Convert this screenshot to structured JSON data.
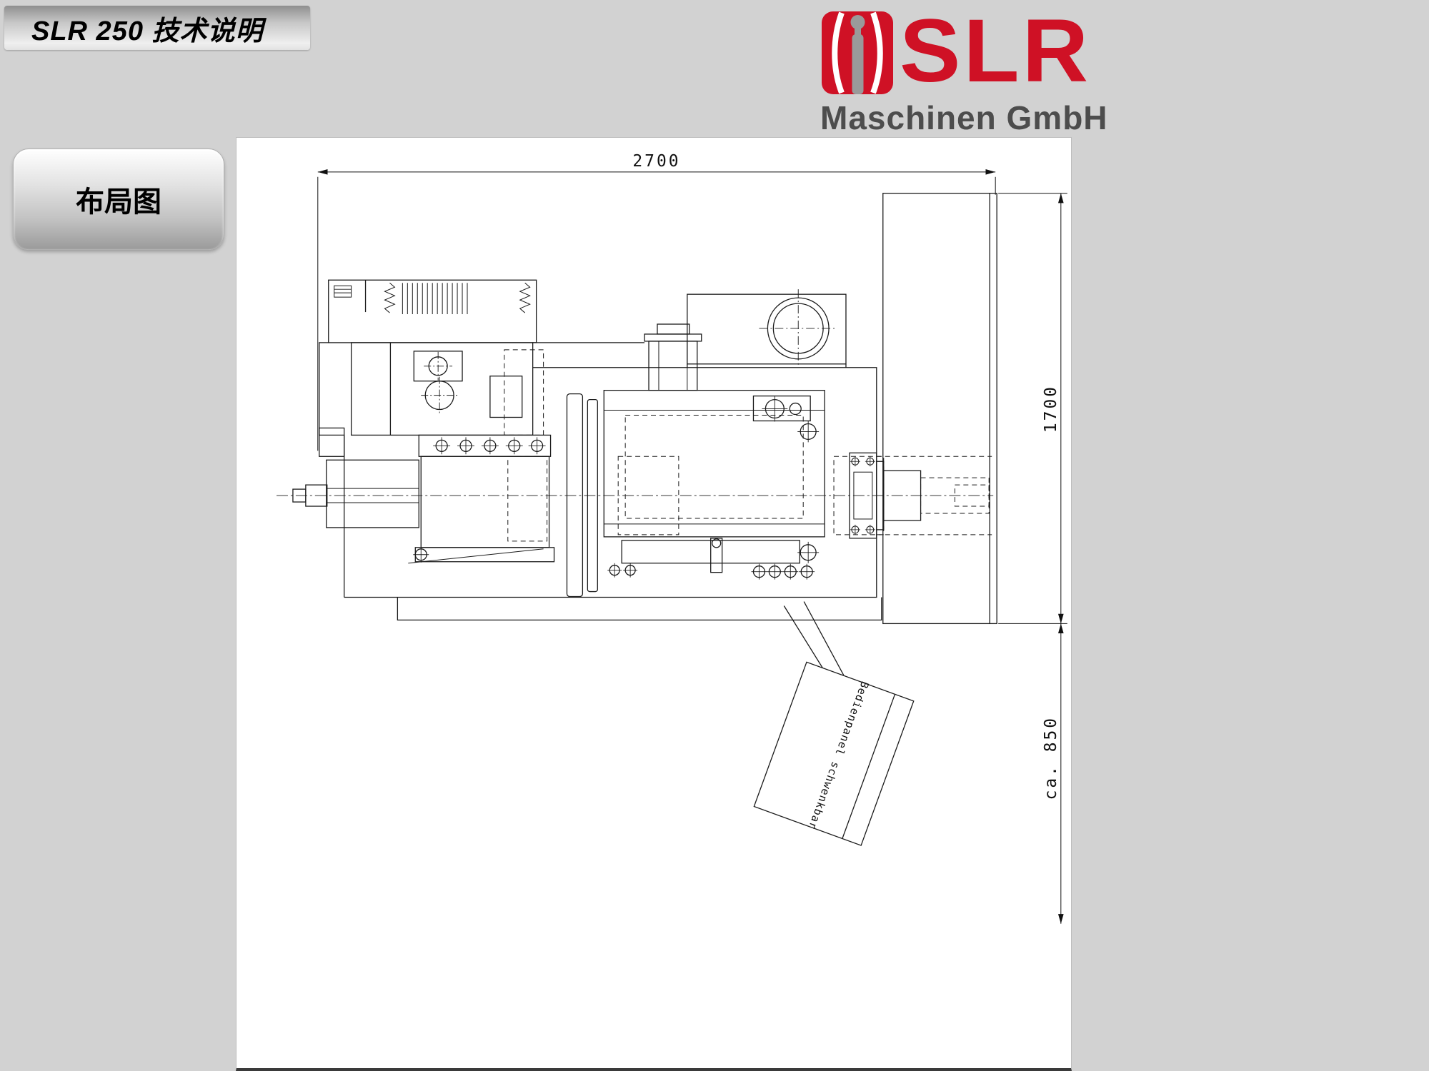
{
  "header": {
    "title": "SLR 250 技术说明"
  },
  "logo": {
    "brand": "SLR",
    "company": "Maschinen GmbH"
  },
  "nav": {
    "layout_button": "布局图"
  },
  "drawing": {
    "dim_width": "2700",
    "dim_height": "1700",
    "dim_panel": "ca. 850",
    "panel_label": "Bedienpanel schwenkbar"
  },
  "colors": {
    "brand_red": "#cf1125",
    "page_bg": "#d2d2d2",
    "line": "#1a1a1a"
  }
}
